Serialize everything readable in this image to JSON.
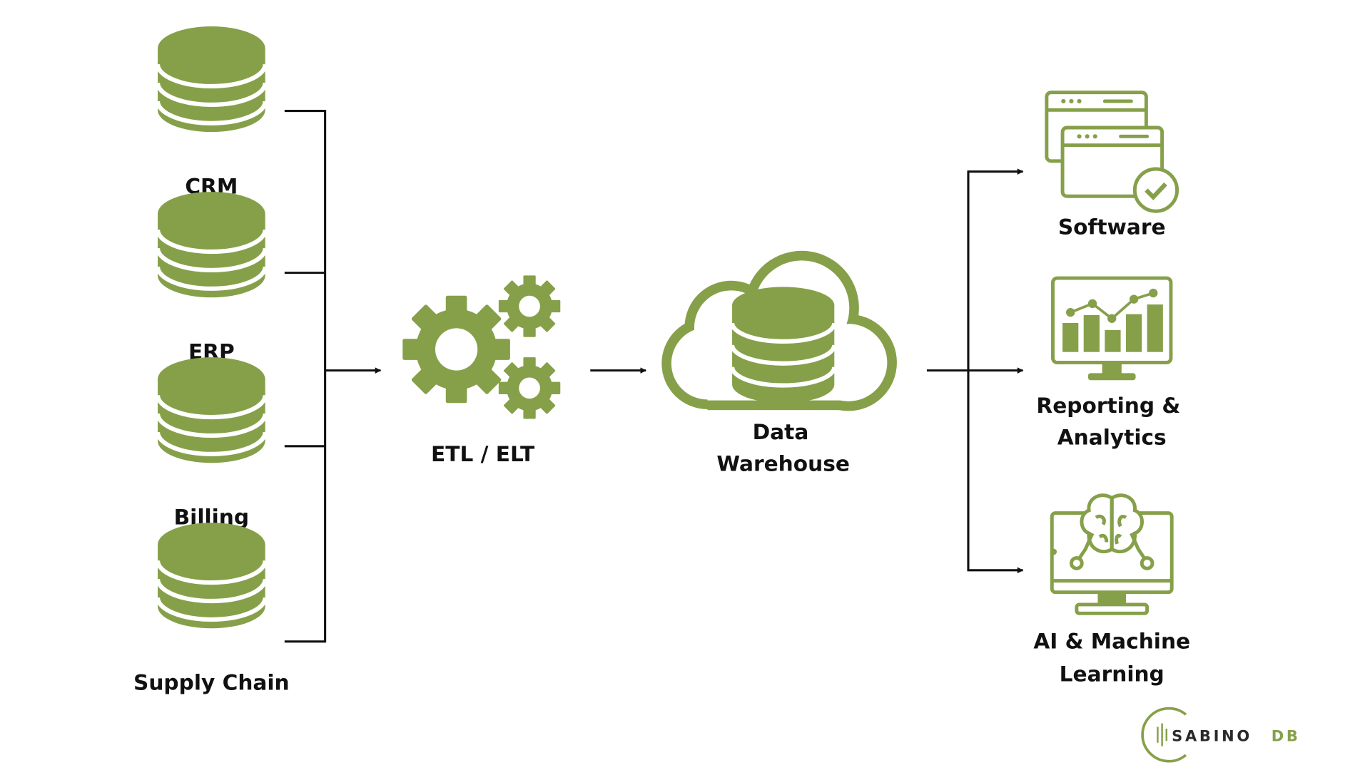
{
  "colors": {
    "accent": "#86a04a",
    "ink": "#111111",
    "logo_dark": "#2a2a2a"
  },
  "sources": [
    {
      "label": "CRM",
      "icon": "database-icon"
    },
    {
      "label": "ERP",
      "icon": "database-icon"
    },
    {
      "label": "Billing",
      "icon": "database-icon"
    },
    {
      "label": "Supply Chain",
      "icon": "database-icon"
    }
  ],
  "etl": {
    "label": "ETL / ELT",
    "icon": "gears-icon"
  },
  "warehouse": {
    "label_line1": "Data",
    "label_line2": "Warehouse",
    "icon": "cloud-database-icon"
  },
  "outputs": [
    {
      "line1": "Software",
      "line2": "",
      "icon": "browser-windows-check-icon"
    },
    {
      "line1": "Reporting &",
      "line2": "Analytics",
      "icon": "analytics-monitor-icon"
    },
    {
      "line1": "AI & Machine",
      "line2": "Learning",
      "icon": "brain-monitor-icon"
    }
  ],
  "logo": {
    "text_main": "SABINO",
    "text_accent": "DB"
  }
}
